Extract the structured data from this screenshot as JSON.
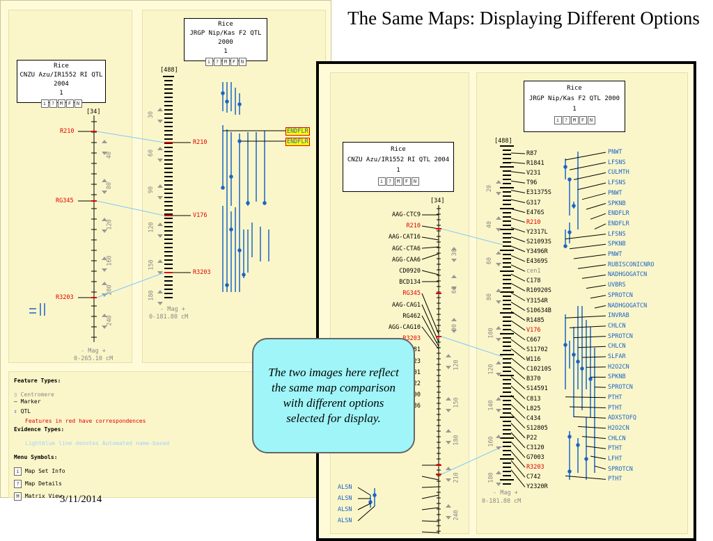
{
  "slide": {
    "title": "The Same Maps: Displaying Different Options",
    "date": "3/11/2014",
    "callout": "The two images here reflect the same map comparison with different options selected for display."
  },
  "left_view": {
    "map1": {
      "species": "Rice",
      "name": "CNZU Azu/IR1552 RI QTL 2004",
      "num": "1",
      "buttons": [
        "i",
        "?",
        "M",
        "F",
        "N"
      ],
      "top": "[34]",
      "markers": [
        "R210",
        "RG345",
        "R3203"
      ],
      "ticks": [
        "40",
        "80",
        "120",
        "160",
        "200",
        "240"
      ],
      "mag": "- Mag +",
      "range": "0-265.10 cM"
    },
    "map2": {
      "species": "Rice",
      "name": "JRGP Nip/Kas F2 QTL 2000",
      "num": "1",
      "buttons": [
        "i",
        "?",
        "M",
        "F",
        "N"
      ],
      "top": "[488]",
      "markers": [
        "R210",
        "V176",
        "R3203"
      ],
      "ticks": [
        "30",
        "60",
        "90",
        "120",
        "150",
        "180"
      ],
      "mag": "- Mag +",
      "range": "0-181.80 cM",
      "qtl_labels": [
        "ENDFLR",
        "ENDFLR"
      ]
    },
    "legend": {
      "feature_types": "Feature Types:",
      "centromere": "Centromere",
      "marker": "Marker",
      "qtl": "QTL",
      "red_note": "Features in red have correspondences",
      "evidence_types": "Evidence Types:",
      "blue_note": "Lightblue line denotes Automated name-based",
      "menu_symbols": "Menu Symbols:",
      "map_set_info": "Map Set Info",
      "map_details": "Map Details",
      "matrix_view": "Matrix View"
    }
  },
  "right_view": {
    "map1": {
      "species": "Rice",
      "name": "CNZU Azu/IR1552 RI QTL 2004",
      "num": "1",
      "buttons": [
        "i",
        "?",
        "M",
        "F",
        "N"
      ],
      "top": "[34]",
      "markers": [
        "AAG-CTC9",
        "R210",
        "AAG-CAT16",
        "AGC-CTA6",
        "AGG-CAA6",
        "CD0920",
        "BCD134",
        "RG345",
        "AAG-CAG1",
        "RG462",
        "AGG-CAG10",
        "R3203",
        "RG381",
        "RG323",
        "RZ801",
        "RG222",
        "PCR-300",
        "RG236"
      ],
      "ticks": [
        "30",
        "60",
        "90",
        "120",
        "150",
        "180",
        "210",
        "240"
      ],
      "qtl_labels": [
        "ALSN",
        "ALSN",
        "ALSN",
        "ALSN"
      ]
    },
    "map2": {
      "species": "Rice",
      "name": "JRGP Nip/Kas F2 QTL 2000",
      "num": "1",
      "buttons": [
        "i",
        "?",
        "M",
        "F",
        "N"
      ],
      "top": "[488]",
      "markers": [
        "R87",
        "R1841",
        "V231",
        "T96",
        "E31375S",
        "G317",
        "E476S",
        "R210",
        "Y2317L",
        "S21093S",
        "Y3496R",
        "E4369S",
        "cen1",
        "C178",
        "R10920S",
        "Y3154R",
        "S10634B",
        "R1485",
        "V176",
        "C667",
        "S11702",
        "W116",
        "C10210S",
        "B370",
        "S14591",
        "C813",
        "L825",
        "C434",
        "S12805",
        "P22",
        "C3120",
        "G7003",
        "R3203",
        "C742",
        "Y2320R"
      ],
      "ticks": [
        "20",
        "40",
        "60",
        "80",
        "100",
        "120",
        "140",
        "160",
        "180"
      ],
      "mag": "- Mag +",
      "range": "0-181.80 cM",
      "qtl_labels": [
        "PNWT",
        "LFSNS",
        "CULMTH",
        "LFSNS",
        "PNWT",
        "SPKNB",
        "ENDFLR",
        "ENDFLR",
        "LFSNS",
        "SPKNB",
        "PNWT",
        "RUBISCONICNRO",
        "NADHGOGATCN",
        "UVBRS",
        "SPROTCN",
        "NADHGOGATCN",
        "INVRAB",
        "CHLCN",
        "SPROTCN",
        "CHLCN",
        "SLFAR",
        "H2O2CN",
        "SPKNB",
        "SPROTCN",
        "PTHT",
        "PTHT",
        "ADXSTOFQ",
        "H2O2CN",
        "CHLCN",
        "PTHT",
        "LFHT",
        "SPROTCN",
        "PTHT"
      ]
    }
  },
  "colors": {
    "panel_bg": "#fffbd9",
    "marker_red": "#e00000",
    "qtl_blue": "#1a64c8",
    "link_blue": "#7ec8ff",
    "callout_bg": "#9ff5f8"
  }
}
